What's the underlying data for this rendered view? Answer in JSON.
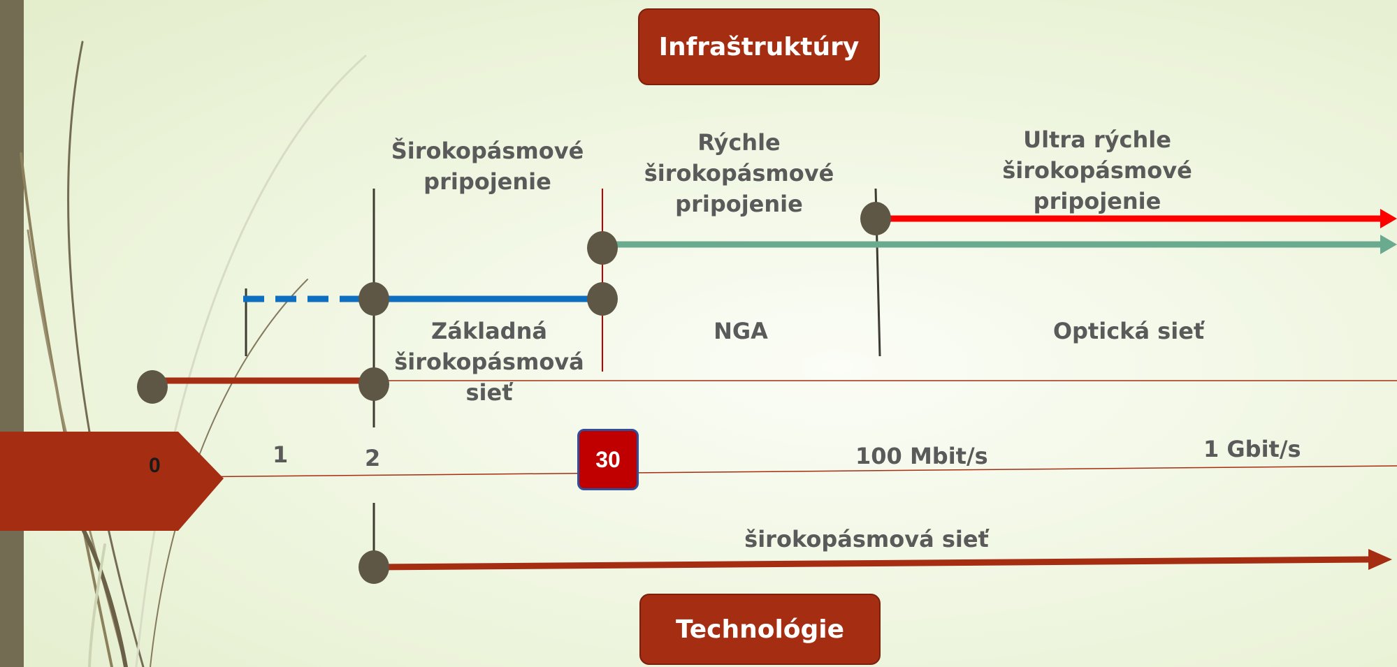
{
  "header_box": "Infraštruktúry",
  "footer_box": "Technológie",
  "categories": {
    "broadband": [
      "Širokopásmové",
      "pripojenie"
    ],
    "fast": [
      "Rýchle",
      "širokopásmové",
      "pripojenie"
    ],
    "ultra": [
      "Ultra rýchle",
      "širokopásmové",
      "pripojenie"
    ]
  },
  "networks": {
    "basic": [
      "Základná",
      "širokopásmová",
      "sieť"
    ],
    "nga": "NGA",
    "optical": "Optická sieť",
    "broadband_net": "širokopásmová sieť"
  },
  "speed_axis": {
    "zero": "0",
    "one": "1",
    "two": "2",
    "thirty": "30",
    "hundred": "100  Mbit/s",
    "gig": "1 Gbit/s"
  },
  "colors": {
    "arrow_red": "#ff0000",
    "arrow_teal": "#6aaa8f",
    "line_blue": "#0e6ec0",
    "line_brown": "#a42d12",
    "node": "#5e5746",
    "box": "#a42d12",
    "badge": "#c00000"
  }
}
